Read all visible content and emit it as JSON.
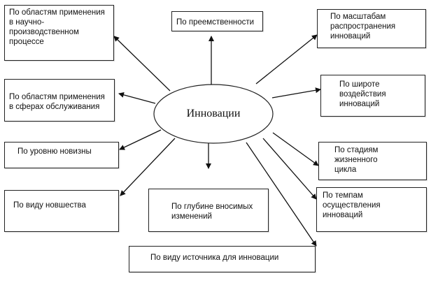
{
  "center": {
    "label": "Инновации"
  },
  "boxes": {
    "areas_production": "По областям применения\nв научно-\nпроизводственном\nпроцессе",
    "succession": "По преемственности",
    "scale": "По масштабам\nраспространения\nинноваций",
    "areas_service": "По областям применения\nв сферах обслуживания",
    "breadth": "По широте\nвоздействия\nинноваций",
    "novelty_level": "По уровню новизны",
    "lifecycle": "По стадиям\nжизненного\nцикла",
    "novelty_type": "По виду новшества",
    "depth": "По глубине вносимых\nизменений",
    "pace": "По темпам\nосуществления\nинноваций",
    "source": "По виду источника для инновации"
  }
}
